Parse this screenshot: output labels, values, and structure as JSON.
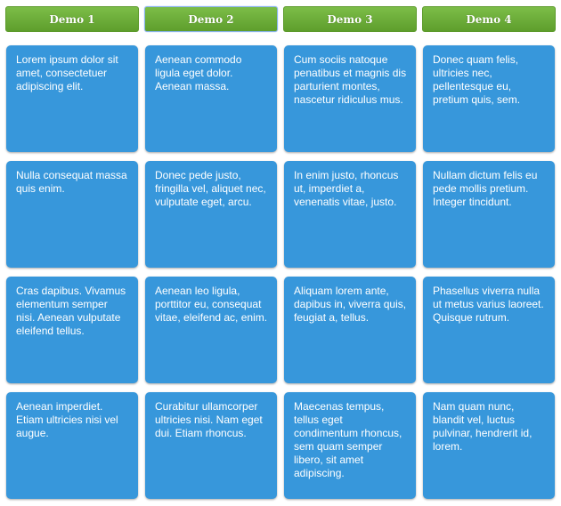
{
  "buttons": [
    "Demo 1",
    "Demo 2",
    "Demo 3",
    "Demo 4"
  ],
  "cards": [
    "Lorem ipsum dolor sit amet, consectetuer adipiscing elit.",
    "Aenean commodo ligula eget dolor. Aenean massa.",
    "Cum sociis natoque penatibus et magnis dis parturient montes, nascetur ridiculus mus.",
    "Donec quam felis, ultricies nec, pellentesque eu, pretium quis, sem.",
    "Nulla consequat massa quis enim.",
    "Donec pede justo, fringilla vel, aliquet nec, vulputate eget, arcu.",
    "In enim justo, rhoncus ut, imperdiet a, venenatis vitae, justo.",
    "Nullam dictum felis eu pede mollis pretium. Integer tincidunt.",
    "Cras dapibus. Vivamus elementum semper nisi. Aenean vulputate eleifend tellus.",
    "Aenean leo ligula, porttitor eu, consequat vitae, eleifend ac, enim.",
    "Aliquam lorem ante, dapibus in, viverra quis, feugiat a, tellus.",
    "Phasellus viverra nulla ut metus varius laoreet. Quisque rutrum.",
    "Aenean imperdiet. Etiam ultricies nisi vel augue.",
    "Curabitur ullamcorper ultricies nisi. Nam eget dui. Etiam rhoncus.",
    "Maecenas tempus, tellus eget condimentum rhoncus, sem quam semper libero, sit amet adipiscing.",
    "Nam quam nunc, blandit vel, luctus pulvinar, hendrerit id, lorem."
  ]
}
